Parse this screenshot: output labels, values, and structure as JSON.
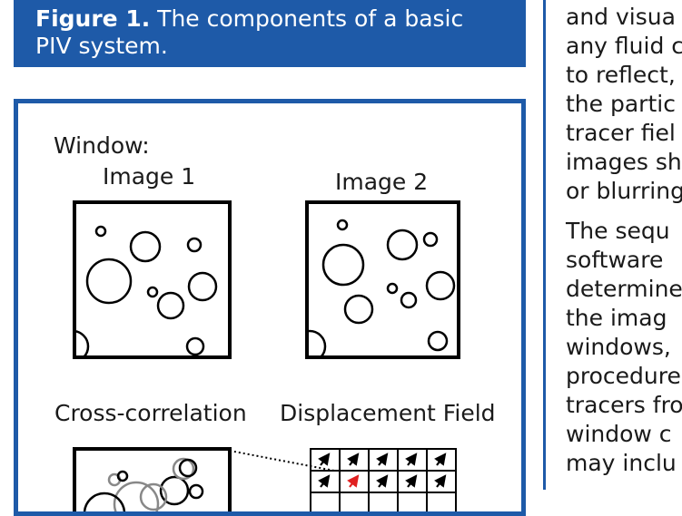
{
  "caption": {
    "line1_bold": "Figure 1.",
    "line1_rest": " The components of a basic",
    "line2": "PIV system."
  },
  "figure": {
    "window_label": "Window:",
    "image1_label": "Image 1",
    "image2_label": "Image 2",
    "crosscorr_label": "Cross-correlation",
    "displacement_label": "Displacement Field"
  },
  "body_text": {
    "lines": [
      "and visua",
      "any fluid c",
      "to reflect,",
      "the partic",
      "tracer fiel",
      "images sh",
      "or blurring",
      "The sequ",
      "software",
      "determine",
      "the imag",
      "windows,",
      "procedure",
      "tracers fro",
      "window c",
      "may inclu"
    ]
  },
  "colors": {
    "brand_blue": "#1e5aa8",
    "highlight_arrow": "#e02020"
  }
}
